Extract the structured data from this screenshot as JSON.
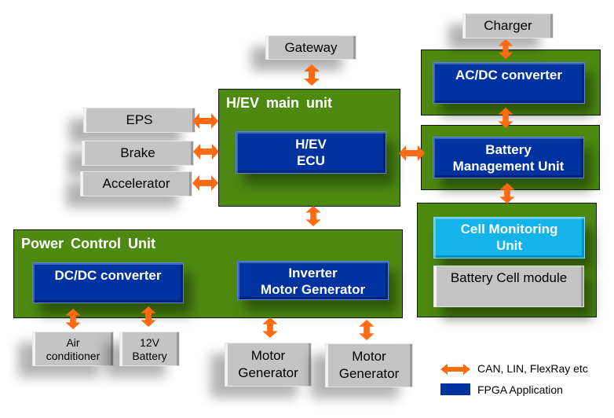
{
  "title": "H/EV electronic architecture block diagram",
  "colors": {
    "container_green": "#4e8a12",
    "fpga_blue": "#0033a0",
    "cell_monitor_cyan": "#14b4ea",
    "peripheral_grey": "#c4c4c4",
    "arrow_orange": "#ff6a13"
  },
  "containers": {
    "main_unit": {
      "title": "H/EV  main unit"
    },
    "power_control": {
      "title": "Power  Control  Unit"
    },
    "acdc_group": {
      "title": ""
    },
    "bmu_group": {
      "title": ""
    },
    "battery_group": {
      "title": ""
    }
  },
  "fpga_blocks": {
    "hev_ecu": {
      "line1": "H/EV",
      "line2": "ECU"
    },
    "acdc": {
      "line1": "AC/DC converter",
      "line2": ""
    },
    "bmu": {
      "line1": "Battery",
      "line2": "Management Unit"
    },
    "dcdc": {
      "line1": "DC/DC converter",
      "line2": ""
    },
    "inverter": {
      "line1": "Inverter",
      "line2": "Motor Generator"
    }
  },
  "cell_monitoring": {
    "line1": "Cell Monitoring",
    "line2": "Unit"
  },
  "battery_cell_module": {
    "label": "Battery Cell module"
  },
  "peripherals": {
    "gateway": "Gateway",
    "charger": "Charger",
    "eps": "EPS",
    "brake": "Brake",
    "accelerator": "Accelerator",
    "air_conditioner": {
      "line1": "Air",
      "line2": "conditioner"
    },
    "battery_12v": {
      "line1": "12V",
      "line2": "Battery"
    },
    "motor_gen_1": {
      "line1": "Motor",
      "line2": "Generator"
    },
    "motor_gen_2": {
      "line1": "Motor",
      "line2": "Generator"
    }
  },
  "legend": {
    "arrow_label": "CAN, LIN, FlexRay etc",
    "fpga_label": "FPGA Application"
  }
}
